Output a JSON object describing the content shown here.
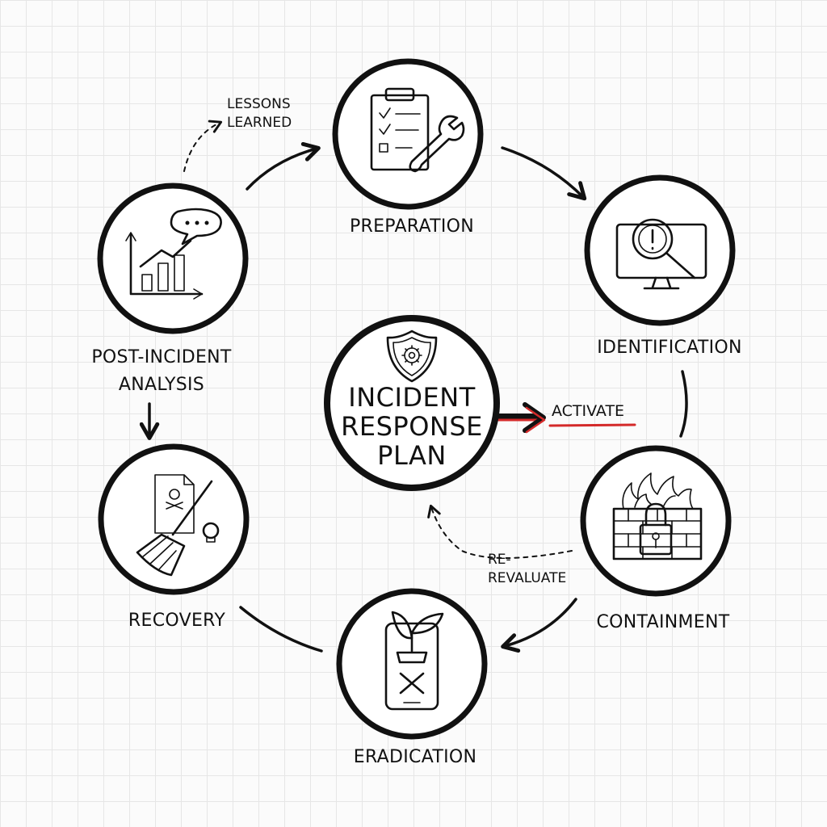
{
  "center": {
    "title": "INCIDENT\nRESPONSE\nPLAN",
    "icon": "shield-gear-icon"
  },
  "activate_label": "ACTIVATE",
  "stages": {
    "preparation": {
      "label": "PREPARATION",
      "icon": "checklist-wrench-icon"
    },
    "identification": {
      "label": "IDENTIFICATION",
      "icon": "monitor-magnifier-icon"
    },
    "containment": {
      "label": "CONTAINMENT",
      "icon": "firewall-lock-icon"
    },
    "eradication": {
      "label": "ERADICATION",
      "icon": "tablet-sprout-icon"
    },
    "recovery": {
      "label": "RECOVERY",
      "icon": "broom-skull-icon"
    },
    "post_incident": {
      "label": "POST-INCIDENT\nANALYSIS",
      "icon": "chart-speech-icon"
    }
  },
  "notes": {
    "lessons_learned": "LESSONS\nLEARNED",
    "reevaluate": "RE-\nREVALUATE"
  },
  "colors": {
    "ink": "#111111",
    "accent": "#d42a2a",
    "grid": "#e6e6e6"
  }
}
